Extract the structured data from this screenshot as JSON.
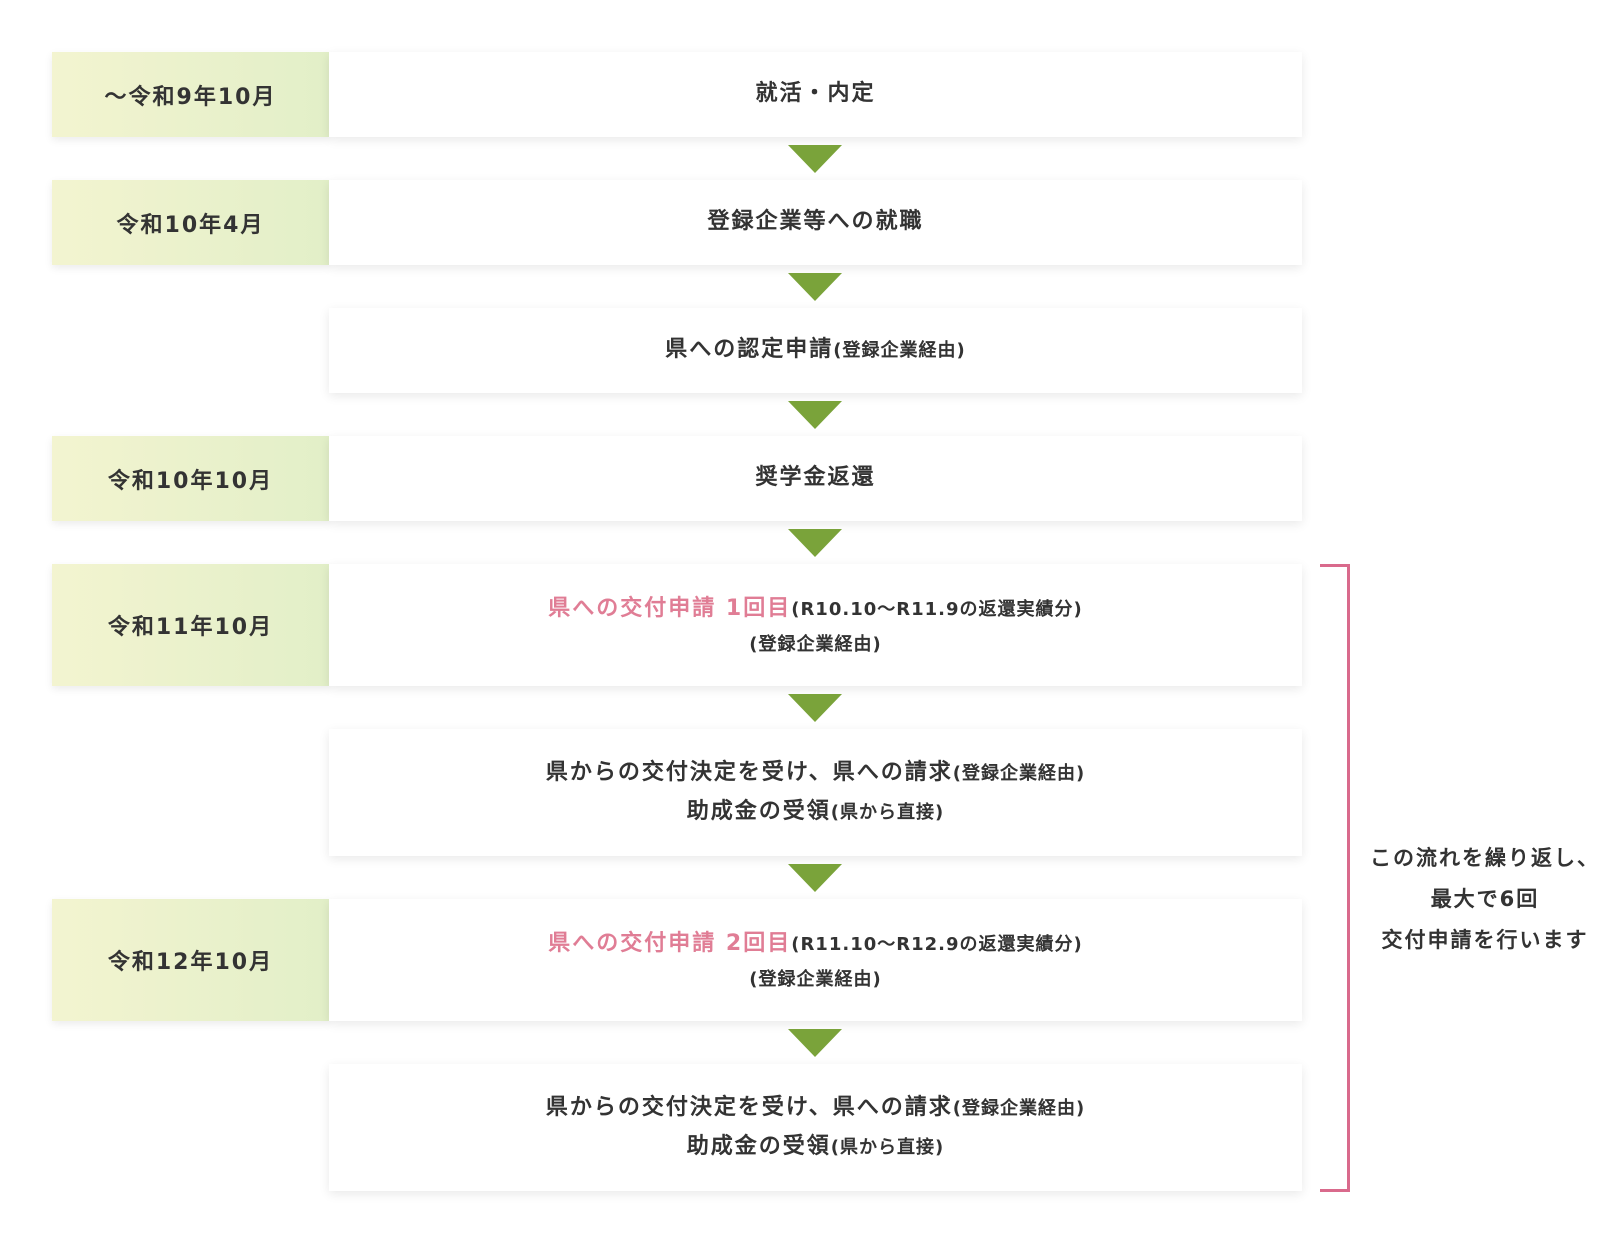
{
  "steps": [
    {
      "date": "～令和9年10月",
      "text": "就活・内定"
    },
    {
      "date": "令和10年4月",
      "text": "登録企業等への就職"
    },
    {
      "date": "",
      "text": "県への認定申請",
      "note": "(登録企業経由)"
    },
    {
      "date": "令和10年10月",
      "text": "奨学金返還"
    },
    {
      "date": "令和11年10月",
      "highlight": "県への交付申請 1回目",
      "text": "(R10.10～R11.9の返還実績分)",
      "note": "(登録企業経由)"
    },
    {
      "date": "",
      "text": "県からの交付決定を受け、県への請求",
      "note": "(登録企業経由)",
      "text2": "助成金の受領",
      "note2": "(県から直接)"
    },
    {
      "date": "令和12年10月",
      "highlight": "県への交付申請 2回目",
      "text": "(R11.10～R12.9の返還実績分)",
      "note": "(登録企業経由)"
    },
    {
      "date": "",
      "text": "県からの交付決定を受け、県への請求",
      "note": "(登録企業経由)",
      "text2": "助成金の受領",
      "note2": "(県から直接)"
    }
  ],
  "repeat_note": {
    "line1": "この流れを繰り返し、",
    "line2": "最大で6回",
    "line3": "交付申請を行います"
  },
  "colors": {
    "arrow": "#7aa33a",
    "highlight": "#e07d95",
    "bracket": "#d96a8c",
    "label_gradient_start": "#f3f4d0",
    "label_gradient_end": "#e2efc8"
  }
}
